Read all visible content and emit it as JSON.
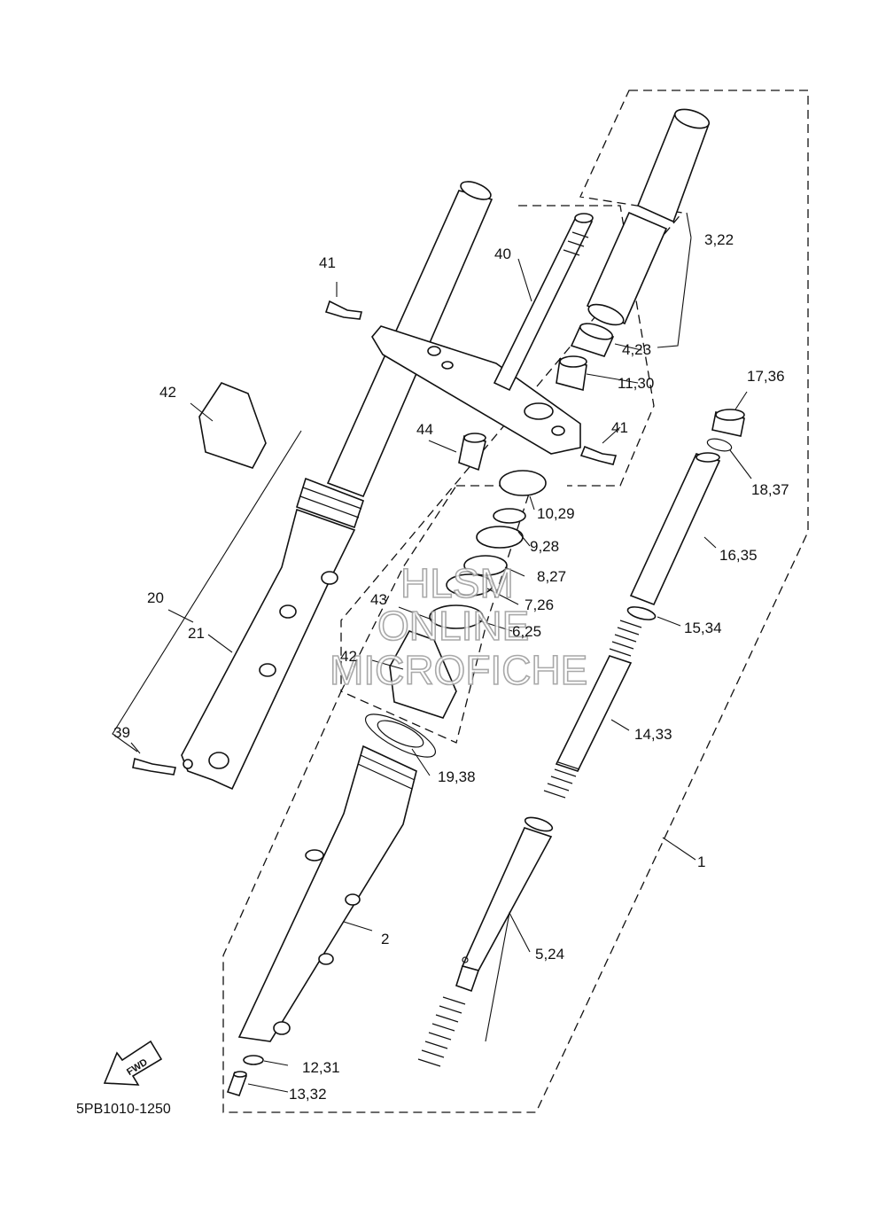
{
  "diagram_code": "5PB1010-1250",
  "watermark": [
    "HLSM",
    "ONLINE",
    "MICROFICHE"
  ],
  "fwd_label": "FWD",
  "callouts": {
    "c1": "1",
    "c2": "2",
    "c3_22": "3,22",
    "c4_23": "4,23",
    "c5_24": "5,24",
    "c6_25": "6,25",
    "c7_26": "7,26",
    "c8_27": "8,27",
    "c9_28": "9,28",
    "c10_29": "10,29",
    "c11_30": "11,30",
    "c12_31": "12,31",
    "c13_32": "13,32",
    "c14_33": "14,33",
    "c15_34": "15,34",
    "c16_35": "16,35",
    "c17_36": "17,36",
    "c18_37": "18,37",
    "c19_38": "19,38",
    "c20": "20",
    "c21": "21",
    "c39": "39",
    "c40": "40",
    "c41a": "41",
    "c41b": "41",
    "c42a": "42",
    "c42b": "42",
    "c43": "43",
    "c44": "44"
  }
}
